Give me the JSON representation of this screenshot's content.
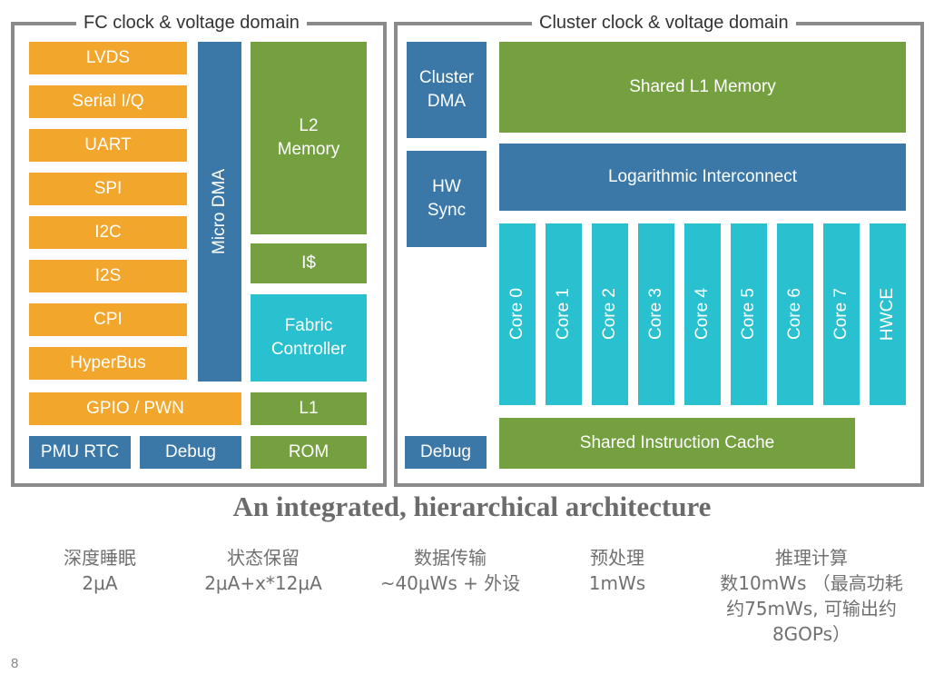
{
  "fc_domain": {
    "title": "FC clock & voltage domain",
    "peripherals": [
      "LVDS",
      "Serial I/Q",
      "UART",
      "SPI",
      "I2C",
      "I2S",
      "CPI",
      "HyperBus"
    ],
    "gpio": "GPIO / PWN",
    "pmu_rtc": "PMU RTC",
    "debug": "Debug",
    "micro_dma": "Micro DMA",
    "l2_memory": "L2\nMemory",
    "icache": "I$",
    "fabric_controller": "Fabric\nController",
    "l1": "L1",
    "rom": "ROM"
  },
  "cluster_domain": {
    "title": "Cluster clock & voltage domain",
    "cluster_dma": "Cluster\nDMA",
    "hw_sync": "HW\nSync",
    "debug": "Debug",
    "shared_l1": "Shared L1 Memory",
    "interconnect": "Logarithmic Interconnect",
    "cores": [
      "Core 0",
      "Core 1",
      "Core 2",
      "Core 3",
      "Core 4",
      "Core 5",
      "Core 6",
      "Core 7",
      "HWCE"
    ],
    "shared_icache": "Shared Instruction Cache"
  },
  "caption": "An integrated, hierarchical architecture",
  "stats": [
    {
      "label": "深度睡眠",
      "value": "2μA"
    },
    {
      "label": "状态保留",
      "value": "2μA+x*12μA"
    },
    {
      "label": "数据传输",
      "value": "~40μWs + 外设"
    },
    {
      "label": "预处理",
      "value": "1mWs"
    },
    {
      "label": "推理计算",
      "value": "数10mWs （最高功耗\n约75mWs, 可输出约\n8GOPs）"
    }
  ],
  "page_number": "8",
  "colors": {
    "orange": "#f2a62c",
    "blue": "#3b78a8",
    "green": "#74a040",
    "cyan": "#29c0cf",
    "border": "#8a8a8a"
  }
}
